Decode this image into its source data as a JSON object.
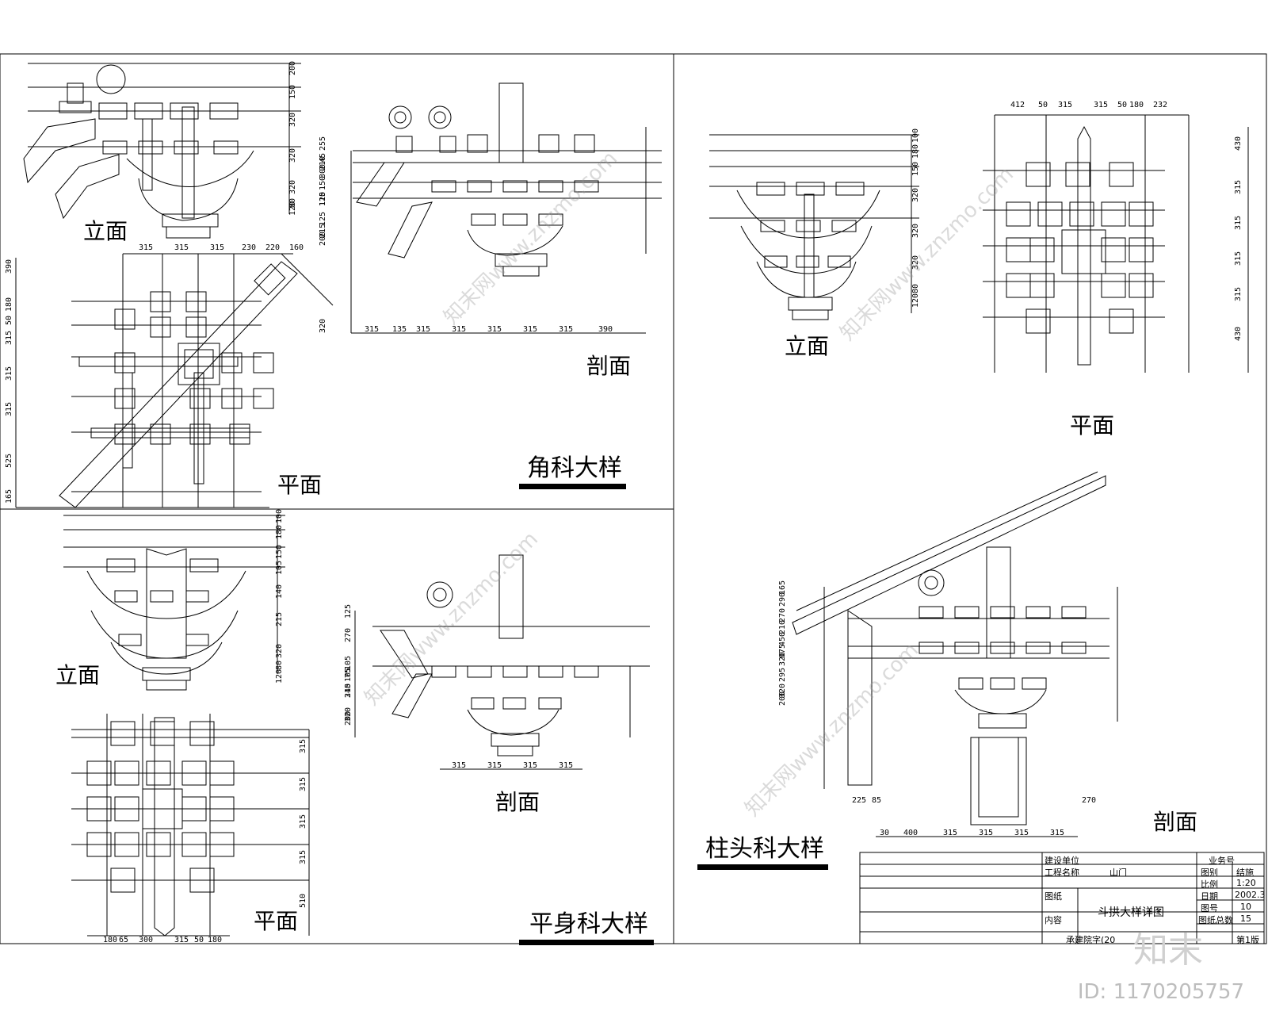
{
  "labels": {
    "elevation": "立面",
    "plan": "平面",
    "section": "剖面"
  },
  "titles": {
    "corner": "角科大样",
    "flat": "平身科大样",
    "column": "柱头科大样"
  },
  "title_block": {
    "row1": [
      "建设单位",
      "业务号"
    ],
    "row2": [
      "工程名称",
      "山门",
      "图别",
      "结施"
    ],
    "row3": [
      "比例",
      "1:20"
    ],
    "row4": [
      "图纸",
      "日期",
      "2002.3"
    ],
    "row5": [
      "斗拱大样详图",
      "图号",
      "10"
    ],
    "row6": [
      "内容",
      "图纸总数",
      "15"
    ],
    "row7": [
      "承建院字(20",
      "第1版"
    ]
  },
  "dims": {
    "corner_elev_v": [
      "200",
      "150",
      "320",
      "320",
      "320",
      "80",
      "120"
    ],
    "corner_sec_v": [
      "45",
      "300",
      "125",
      "125",
      "200",
      "255",
      "210",
      "150",
      "110",
      "215",
      "320"
    ],
    "corner_sec_h": [
      "315",
      "135",
      "315",
      "315",
      "315",
      "315",
      "315",
      "390"
    ],
    "corner_plan_top": [
      "315",
      "315",
      "315",
      "230",
      "220",
      "160"
    ],
    "corner_plan_v": [
      "390",
      "180",
      "50",
      "315",
      "315",
      "315",
      "525",
      "165"
    ],
    "col_elev_v": [
      "100",
      "180",
      "150",
      "320",
      "320",
      "320",
      "80",
      "120"
    ],
    "col_plan_top": [
      "412",
      "50",
      "315",
      "315",
      "50",
      "180",
      "232"
    ],
    "col_plan_v": [
      "430",
      "315",
      "315",
      "315",
      "315",
      "430"
    ],
    "flat_elev_v": [
      "100",
      "180",
      "150",
      "105",
      "140",
      "215",
      "320",
      "80",
      "120"
    ],
    "flat_sec_v": [
      "125",
      "270",
      "105",
      "75",
      "340",
      "200",
      "105",
      "215",
      "320"
    ],
    "flat_sec_h": [
      "315",
      "315",
      "315",
      "315"
    ],
    "flat_plan_v": [
      "315",
      "315",
      "315",
      "315",
      "510"
    ],
    "flat_plan_h": [
      "180",
      "65",
      "300",
      "315",
      "50",
      "180"
    ],
    "col_sec_v": [
      "165",
      "270",
      "450",
      "075",
      "295",
      "200",
      "290",
      "210",
      "320",
      "320"
    ],
    "col_sec_h": [
      "30",
      "400",
      "315",
      "315",
      "315",
      "315"
    ],
    "col_sec_h2": [
      "225",
      "85",
      "270"
    ]
  },
  "watermark": {
    "site": "知末网www.znzmo.com",
    "logo": "知末",
    "id": "ID: 1170205757"
  }
}
